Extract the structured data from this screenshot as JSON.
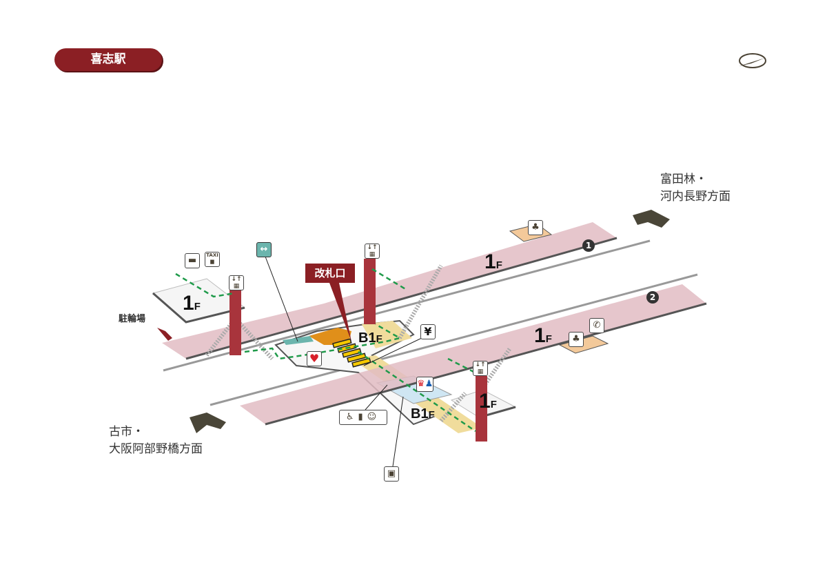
{
  "station_name": "喜志駅",
  "gate_label": "改札口",
  "destinations": {
    "upper_right": [
      "富田林・",
      "河内長野方面"
    ],
    "lower_left": [
      "古市・",
      "大阪阿部野橋方面"
    ]
  },
  "bicycle_parking": "駐輪場",
  "platforms": [
    "1",
    "2"
  ],
  "floors": {
    "ground": "1",
    "basement": "B1",
    "suffix": "F"
  },
  "icons": {
    "bus": "bus-icon",
    "taxi_label": "TAXI",
    "elevator": "elevator-icon",
    "passage": "passage-icon",
    "atm": "¥",
    "aed": "aed-icon",
    "toilet": "toilet-icon",
    "accessible": "wheelchair-icon",
    "ostomate": "ostomate-icon",
    "baby": "baby-care-icon",
    "locker": "coin-locker-icon",
    "waiting": "waiting-room-icon",
    "phone": "phone-icon",
    "compass": "compass-icon"
  },
  "colors": {
    "brand": "#8b1f24",
    "platform": "#e2bcc3",
    "concourse": "#f0dc9c",
    "route": "#1f9a4a"
  }
}
